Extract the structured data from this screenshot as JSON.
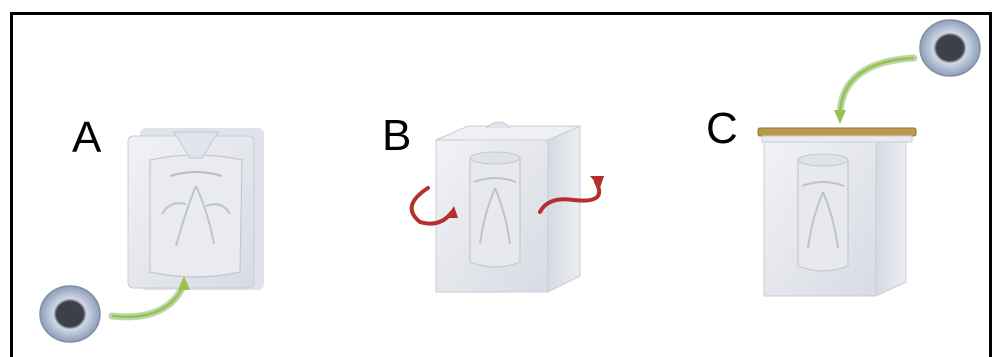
{
  "panels": [
    {
      "id": "a",
      "label": "A"
    },
    {
      "id": "b",
      "label": "B"
    },
    {
      "id": "c",
      "label": "C"
    }
  ],
  "colors": {
    "mold": "#e6e8ee",
    "mold_shadow": "#cfd3dc",
    "tape_ring": "#9aa8c0",
    "tube": "#b8d8b0",
    "arrow_green": "#9cc04a",
    "rotate_arrow": "#b5302a",
    "lid_bar": "#b89a4a"
  }
}
